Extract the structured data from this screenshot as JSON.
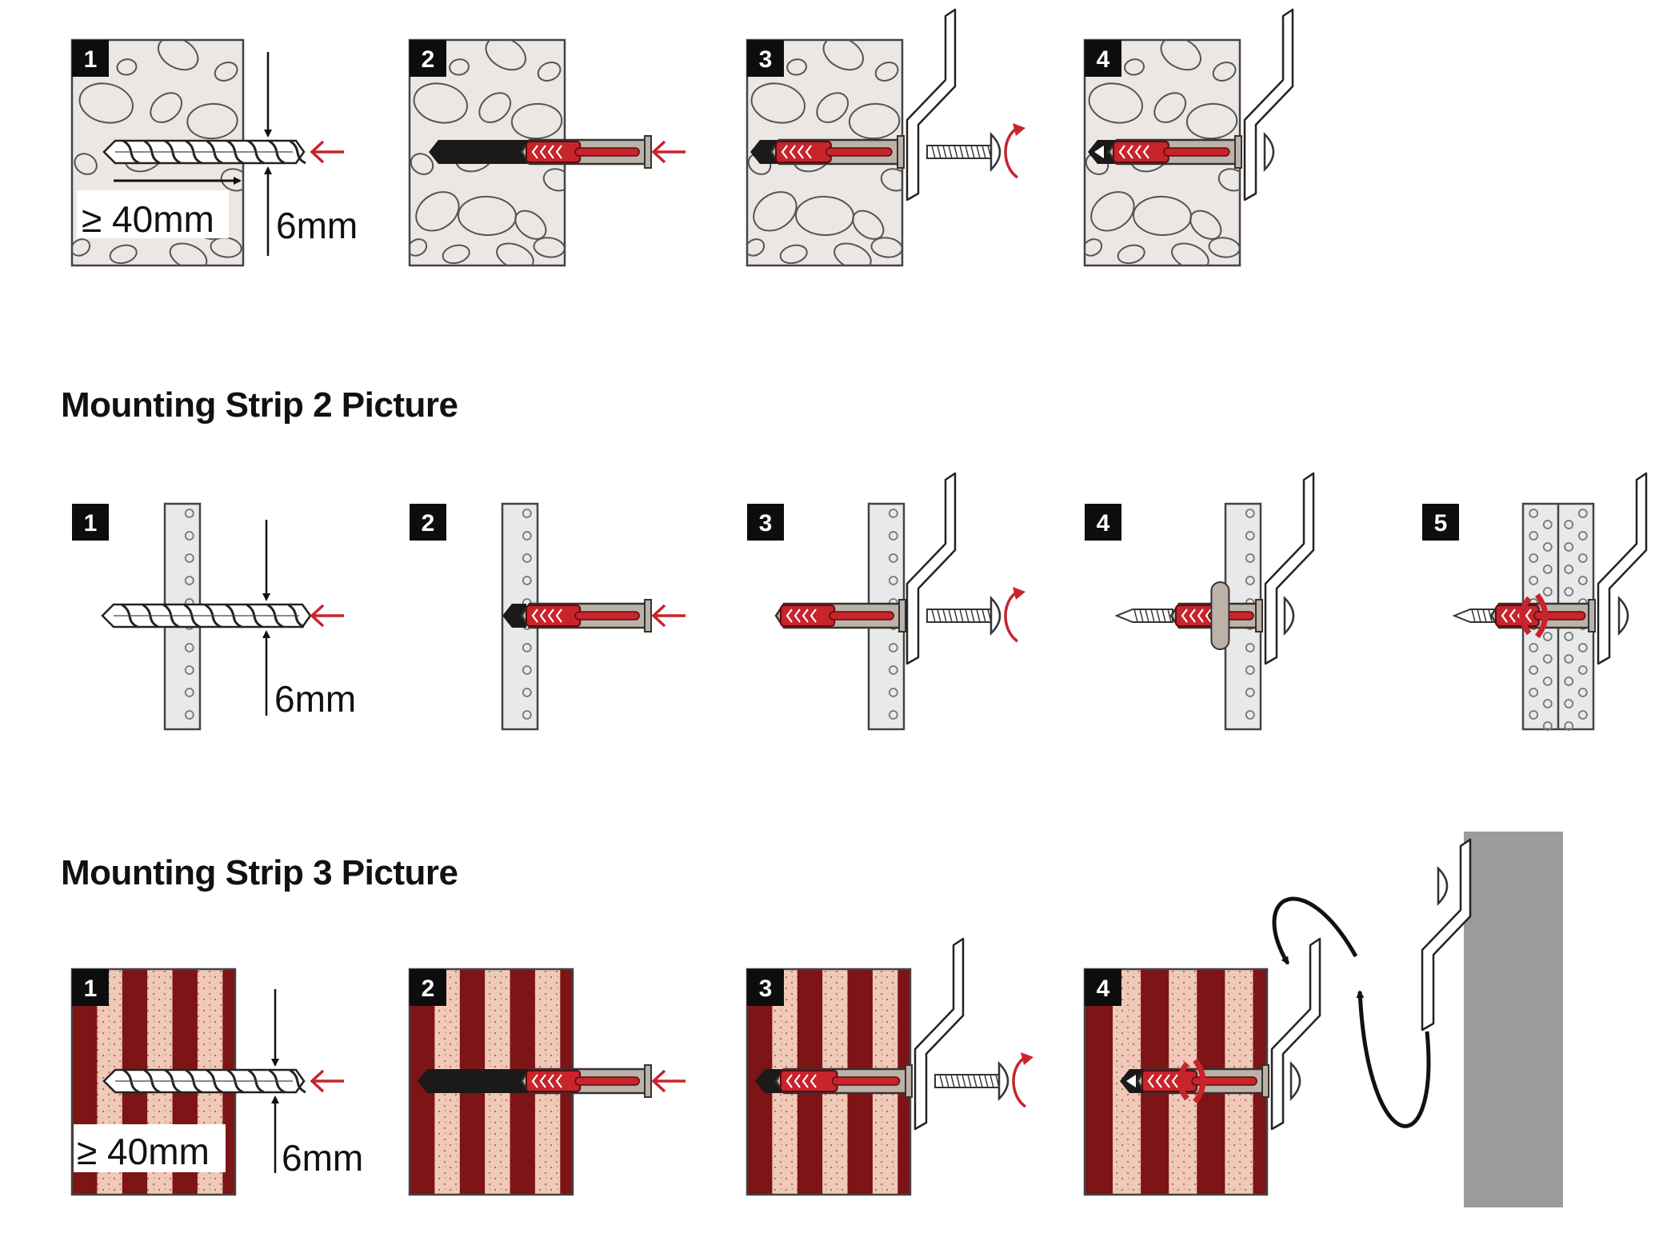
{
  "sections": [
    {
      "title": "",
      "material": "concrete",
      "steps": [
        {
          "number": "1",
          "depth_label": "≥ 40mm",
          "diameter_label": "6mm"
        },
        {
          "number": "2"
        },
        {
          "number": "3"
        },
        {
          "number": "4"
        }
      ]
    },
    {
      "title": "Mounting Strip 2 Picture",
      "material": "plasterboard",
      "steps": [
        {
          "number": "1",
          "diameter_label": "6mm"
        },
        {
          "number": "2"
        },
        {
          "number": "3"
        },
        {
          "number": "4"
        },
        {
          "number": "5"
        }
      ]
    },
    {
      "title": "Mounting Strip 3 Picture",
      "material": "perforated-brick",
      "steps": [
        {
          "number": "1",
          "depth_label": "≥ 40mm",
          "diameter_label": "6mm"
        },
        {
          "number": "2"
        },
        {
          "number": "3"
        },
        {
          "number": "4"
        }
      ]
    }
  ],
  "colors": {
    "badge": "#0d0d0d",
    "accent_red": "#c8242b",
    "plug_grey": "#bdb2a8",
    "concrete": "#ece7e4",
    "plasterboard": "#e9e9e9",
    "brick_dark": "#7d1416",
    "brick_light": "#f0c9b8",
    "wall_grey": "#9b9b9b"
  },
  "icons": [
    "drill-bit-icon",
    "wall-plug-icon",
    "screw-icon",
    "rotate-arrow-icon",
    "insert-arrow-icon",
    "mounting-bracket-icon",
    "curved-arrow-icon"
  ]
}
